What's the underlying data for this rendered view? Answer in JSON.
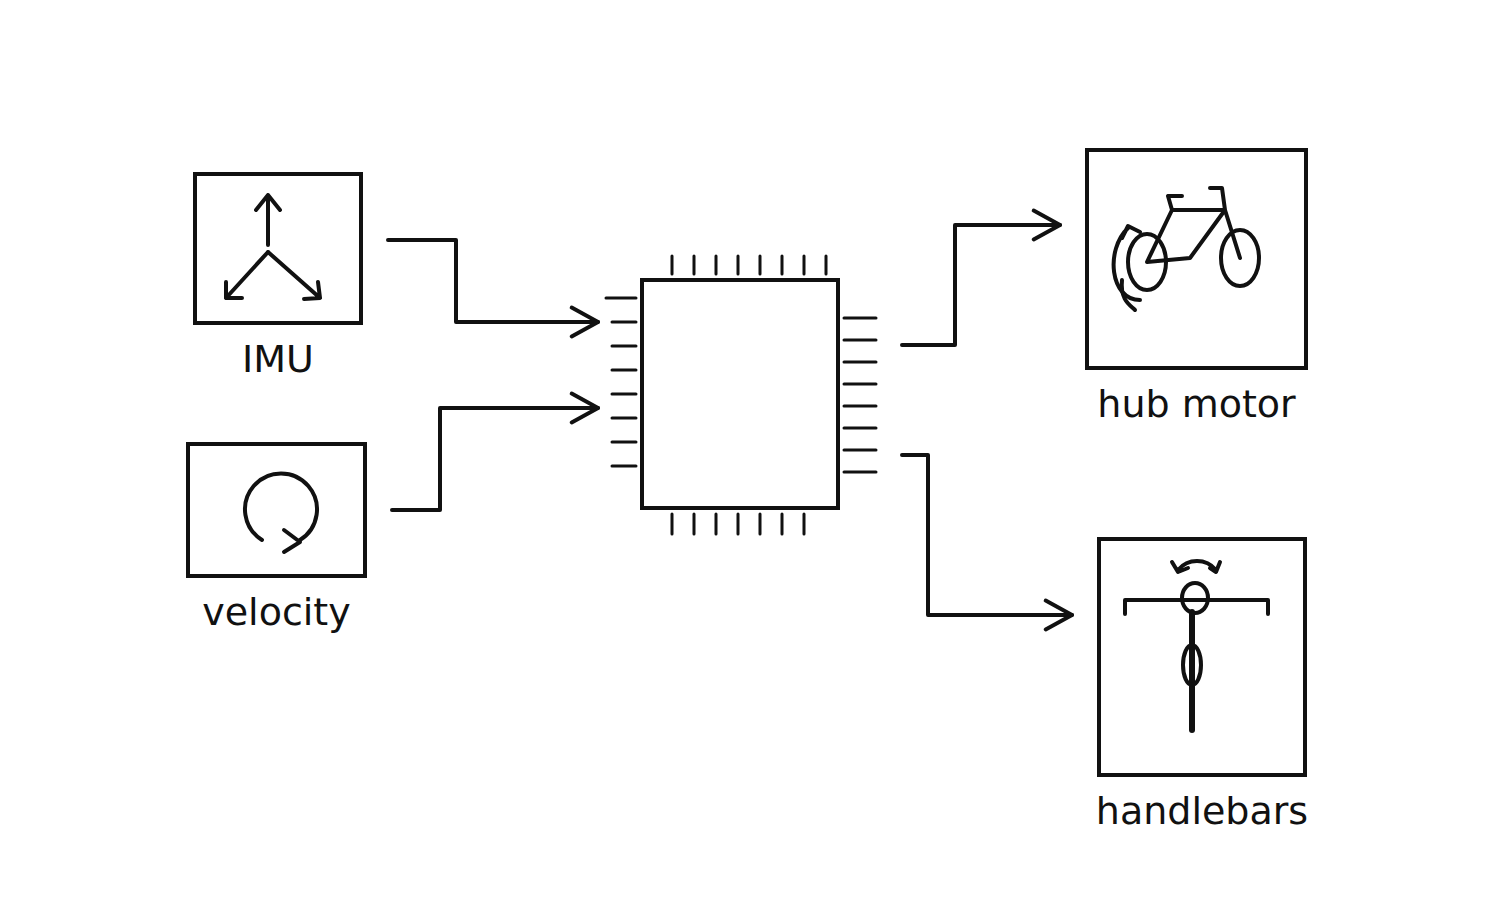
{
  "diagram": {
    "nodes": [
      {
        "text": [
          "IMU"
        ]
      },
      {
        "text": [
          "velocity"
        ]
      },
      {
        "text": []
      },
      {
        "text": [
          "hub motor"
        ]
      },
      {
        "text": [
          "handlebars"
        ]
      }
    ],
    "edges": [
      {
        "from": 0,
        "to": 2,
        "arrow": "to"
      },
      {
        "from": 1,
        "to": 2,
        "arrow": "to"
      },
      {
        "from": 2,
        "to": 3,
        "arrow": "to"
      },
      {
        "from": 2,
        "to": 4,
        "arrow": "to"
      }
    ]
  }
}
